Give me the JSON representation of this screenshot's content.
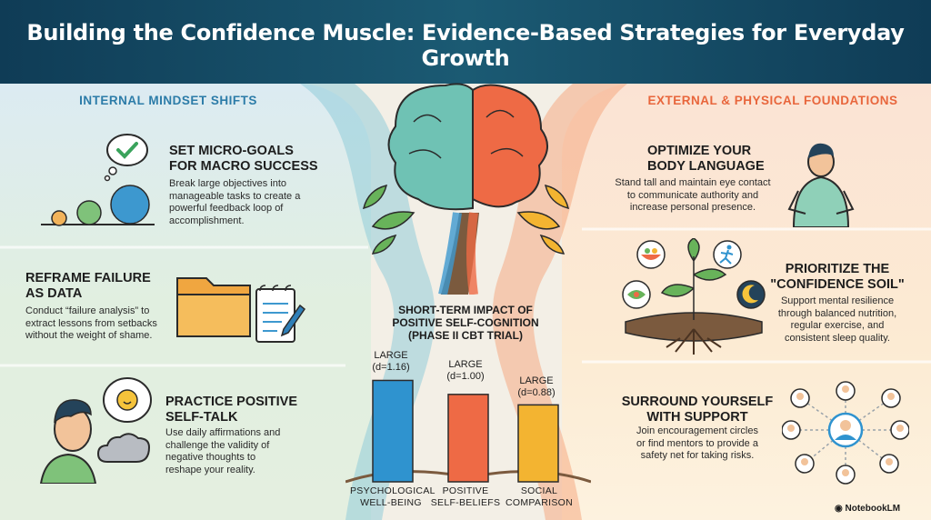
{
  "title": "Building the Confidence Muscle: Evidence-Based Strategies for Everyday Growth",
  "left": {
    "heading": "INTERNAL MINDSET SHIFTS",
    "items": [
      {
        "title_line1": "SET MICRO-GOALS",
        "title_line2": "FOR MACRO SUCCESS",
        "body": [
          "Break large objectives into",
          "manageable tasks to create a",
          "powerful feedback loop of",
          "accomplishment."
        ]
      },
      {
        "title_line1": "REFRAME FAILURE",
        "title_line2": "AS DATA",
        "body": [
          "Conduct “failure analysis” to",
          "extract lessons from setbacks",
          "without the weight of shame."
        ]
      },
      {
        "title_line1": "PRACTICE POSITIVE",
        "title_line2": "SELF-TALK",
        "body": [
          "Use daily affirmations and",
          "challenge the validity of",
          "negative thoughts to",
          "reshape your reality."
        ]
      }
    ]
  },
  "right": {
    "heading": "EXTERNAL & PHYSICAL FOUNDATIONS",
    "items": [
      {
        "title_line1": "OPTIMIZE YOUR",
        "title_line2": "BODY LANGUAGE",
        "body": [
          "Stand tall and maintain eye contact",
          "to communicate authority and",
          "increase personal presence."
        ]
      },
      {
        "title_line1": "PRIORITIZE THE",
        "title_line2": "\"CONFIDENCE SOIL\"",
        "body": [
          "Support mental resilience",
          "through balanced nutrition,",
          "regular exercise, and",
          "consistent sleep quality."
        ]
      },
      {
        "title_line1": "SURROUND YOURSELF",
        "title_line2": "WITH SUPPORT",
        "body": [
          "Join encouragement circles",
          "or find mentors to provide a",
          "safety net for taking risks."
        ]
      }
    ]
  },
  "chart_data": {
    "type": "bar",
    "title": [
      "SHORT-TERM IMPACT OF",
      "POSITIVE SELF-COGNITION",
      "(PHASE II CBT TRIAL)"
    ],
    "categories": [
      [
        "PSYCHOLOGICAL",
        "WELL-BEING"
      ],
      [
        "POSITIVE",
        "SELF-BELIEFS"
      ],
      [
        "SOCIAL",
        "COMPARISON"
      ]
    ],
    "values": [
      1.16,
      1.0,
      0.88
    ],
    "labels": [
      [
        "LARGE",
        "(d=1.16)"
      ],
      [
        "LARGE",
        "(d=1.00)"
      ],
      [
        "LARGE",
        "(d=0.88)"
      ]
    ],
    "colors": [
      "#2f93cf",
      "#ee6a45",
      "#f3b431"
    ],
    "ylim": [
      0,
      1.3
    ]
  },
  "brand": "NotebookLM",
  "icons": [
    "check-bubble-icon",
    "growing-circles-icon",
    "folder-icon",
    "clipboard-pen-icon",
    "person-thinking-icon",
    "sun-bubble-icon",
    "cloud-icon",
    "brain-tree-icon",
    "standing-person-icon",
    "plant-roots-icon",
    "food-bowl-icon",
    "runner-icon",
    "moon-icon",
    "support-network-icon"
  ]
}
